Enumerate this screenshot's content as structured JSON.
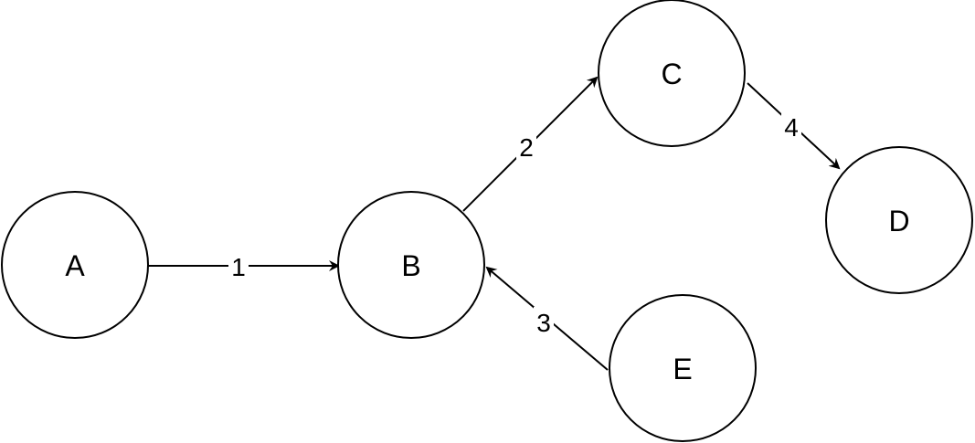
{
  "colors": {
    "background": "#ffffff",
    "stroke": "#000000",
    "text": "#000000"
  },
  "nodes": {
    "a": {
      "label": "A"
    },
    "b": {
      "label": "B"
    },
    "c": {
      "label": "C"
    },
    "d": {
      "label": "D"
    },
    "e": {
      "label": "E"
    }
  },
  "edges": {
    "ab": {
      "from": "A",
      "to": "B",
      "label": "1"
    },
    "bc": {
      "from": "B",
      "to": "C",
      "label": "2"
    },
    "eb": {
      "from": "E",
      "to": "B",
      "label": "3"
    },
    "cd": {
      "from": "C",
      "to": "D",
      "label": "4"
    }
  }
}
